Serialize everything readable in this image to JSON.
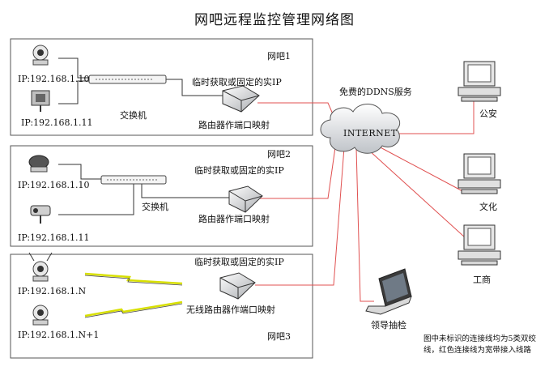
{
  "title": "网吧远程监控管理网络图",
  "cafes": [
    {
      "name": "网吧1",
      "cameras": [
        "IP:192.168.1.10",
        "IP:192.168.1.11"
      ],
      "switch_label": "交换机",
      "ip_label": "临时获取或固定的实IP",
      "router_label": "路由器作端口映射"
    },
    {
      "name": "网吧2",
      "cameras": [
        "IP:192.168.1.10",
        "IP:192.168.1.11"
      ],
      "switch_label": "交换机",
      "ip_label": "临时获取或固定的实IP",
      "router_label": "路由器作端口映射"
    },
    {
      "name": "网吧3",
      "cameras": [
        "IP:192.168.1.N",
        "IP:192.168.1.N+1"
      ],
      "ip_label": "临时获取或固定的实IP",
      "router_label": "无线路由器作端口映射"
    }
  ],
  "cloud_label": "INTERNET",
  "ddns_label": "免费的DDNS服务",
  "endpoints": [
    "公安",
    "文化",
    "工商"
  ],
  "laptop_label": "领导抽检",
  "note": "图中未标识的连接线均为5类双绞线，红色连接线为宽带接入线路",
  "colors": {
    "wan_line": "#e05050",
    "lan_line": "#333333",
    "box_border": "#555555",
    "lightning": "#d8e000"
  }
}
